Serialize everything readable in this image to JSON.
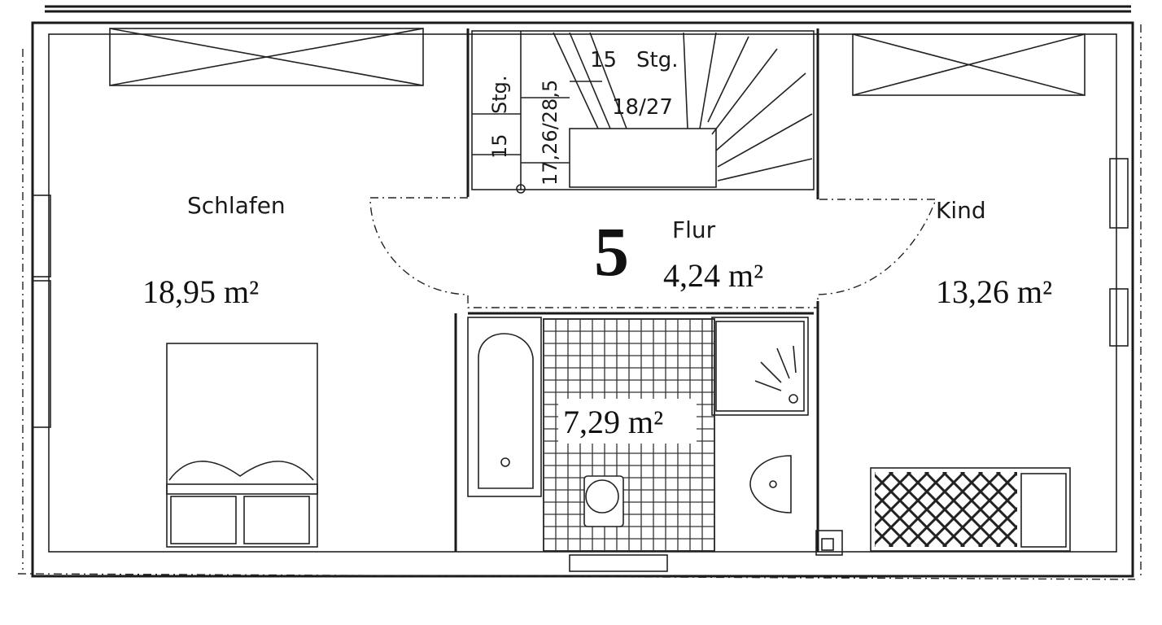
{
  "floor_number": "5",
  "rooms": {
    "schlafen": {
      "name": "Schlafen",
      "area": "18,95 m²"
    },
    "flur": {
      "name": "Flur",
      "area": "4,24 m²"
    },
    "kind": {
      "name": "Kind",
      "area": "13,26 m²"
    },
    "bad": {
      "area": "7,29 m²"
    }
  },
  "stairs": {
    "upper_steps": "15",
    "upper_steps_unit": "Stg.",
    "upper_ratio": "18/27",
    "side_steps": "15",
    "side_steps_unit": "Stg.",
    "side_ratio": "17,26/28,5"
  },
  "colors": {
    "line": "#1a1a1a",
    "background": "#ffffff"
  }
}
